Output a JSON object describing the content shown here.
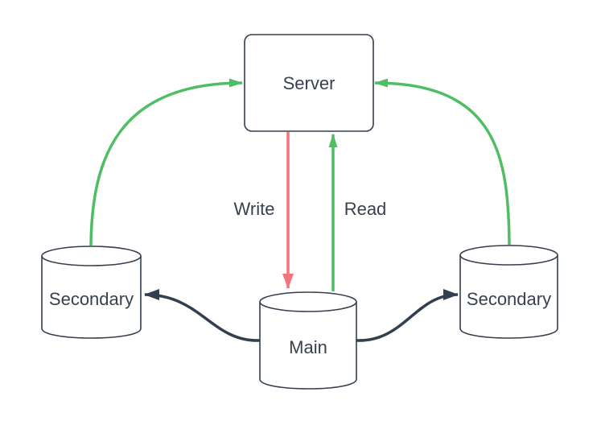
{
  "diagram": {
    "colors": {
      "green": "#4fbe62",
      "red": "#f5737b",
      "dark": "#333e4e",
      "text": "#36404e",
      "shape_fill": "#ffffff",
      "background": "#ffffff"
    },
    "nodes": {
      "server": {
        "label": "Server",
        "shape": "rounded-rectangle"
      },
      "main": {
        "label": "Main",
        "shape": "cylinder"
      },
      "secondary_left": {
        "label": "Secondary",
        "shape": "cylinder"
      },
      "secondary_right": {
        "label": "Secondary",
        "shape": "cylinder"
      }
    },
    "edges": [
      {
        "label": "Write",
        "from": "Server",
        "to": "Main",
        "color": "red",
        "style": "straight-down"
      },
      {
        "label": "Read",
        "from": "Main",
        "to": "Server",
        "color": "green",
        "style": "straight-up"
      },
      {
        "label": "",
        "from": "Secondary (left)",
        "to": "Server",
        "color": "green",
        "style": "curve"
      },
      {
        "label": "",
        "from": "Secondary (right)",
        "to": "Server",
        "color": "green",
        "style": "curve"
      },
      {
        "label": "",
        "from": "Main",
        "to": "Secondary (left)",
        "color": "dark",
        "style": "s-curve"
      },
      {
        "label": "",
        "from": "Main",
        "to": "Secondary (right)",
        "color": "dark",
        "style": "s-curve"
      }
    ]
  }
}
